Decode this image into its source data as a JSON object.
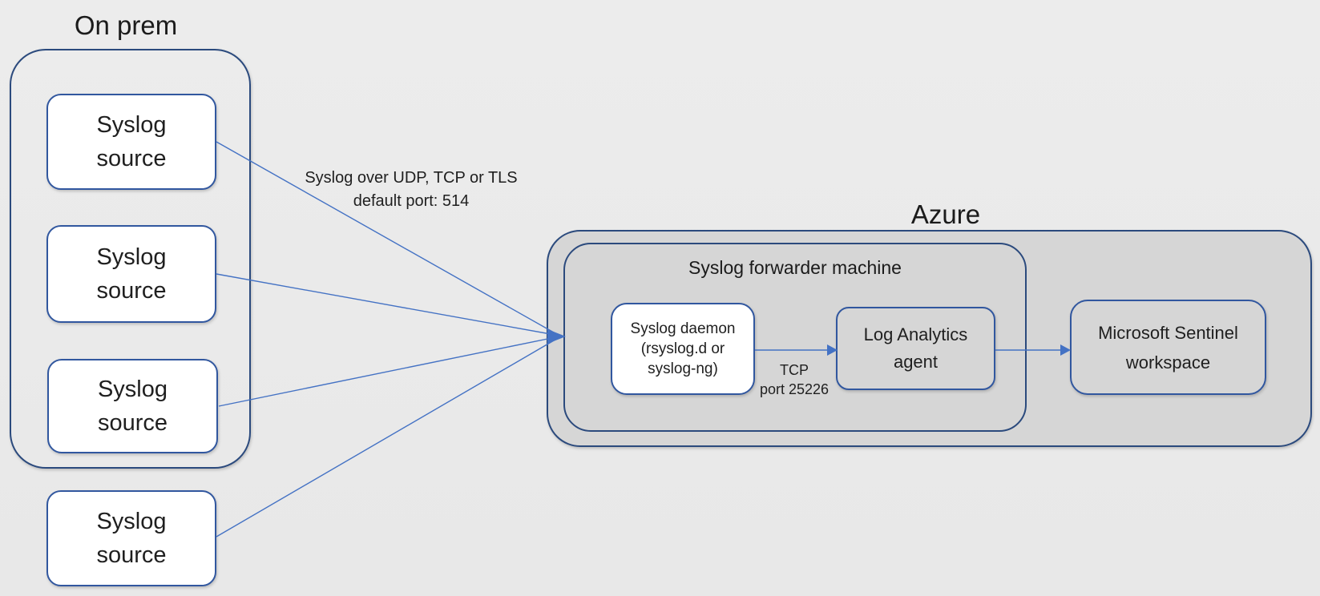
{
  "onprem": {
    "title": "On prem",
    "sources": [
      {
        "label": "Syslog\nsource"
      },
      {
        "label": "Syslog\nsource"
      },
      {
        "label": "Syslog\nsource"
      },
      {
        "label": "Syslog\nsource"
      }
    ]
  },
  "azure": {
    "title": "Azure",
    "forwarder": {
      "title": "Syslog forwarder machine",
      "daemon_label": "Syslog daemon\n(rsyslog.d or\nsyslog-ng)",
      "agent_label": "Log Analytics\nagent"
    },
    "sentinel_label": "Microsoft Sentinel\nworkspace"
  },
  "annotations": {
    "protocol_label": "Syslog over UDP, TCP or TLS\ndefault port: 514",
    "tcp_port_label": "TCP\nport 25226"
  },
  "colors": {
    "background": "#eaeaea",
    "container_fill": "#d6d6d6",
    "container_border": "#2b4a7d",
    "node_border": "#31579f",
    "node_fill": "#ffffff",
    "arrow": "#4472c4",
    "text": "#1f1f1f"
  }
}
